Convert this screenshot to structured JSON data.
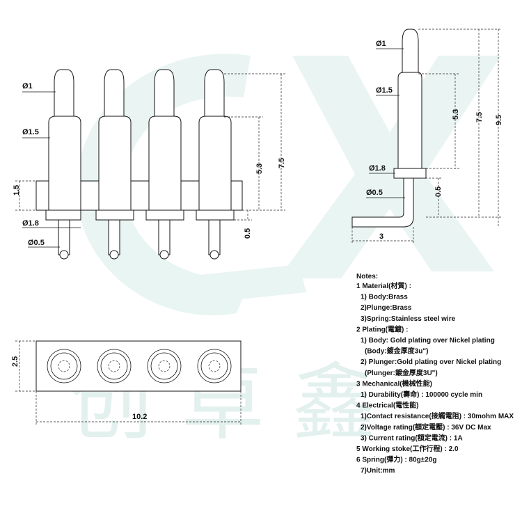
{
  "watermark": {
    "glyphs": "创卓鑫",
    "color": "#cfe7e3",
    "logo_color": "#d8ede9"
  },
  "front_view": {
    "labels": {
      "d1": "Ø1",
      "d1_5": "Ø1.5",
      "d1_8": "Ø1.8",
      "d0_5": "Ø0.5",
      "h1_5": "1.5",
      "h5_3": "5.3",
      "h7_5": "7.5",
      "h0_5": "0.5"
    },
    "pin_count": 4
  },
  "side_view": {
    "labels": {
      "d1": "Ø1",
      "d1_5": "Ø1.5",
      "d1_8": "Ø1.8",
      "d0_5": "Ø0.5",
      "h5_3": "5.3",
      "h7_5": "7.5",
      "h9_5": "9.5",
      "h0_5": "0.5",
      "w3": "3"
    }
  },
  "top_view": {
    "labels": {
      "h2_5": "2.5",
      "w10_2": "10.2"
    }
  },
  "notes": {
    "title": "Notes:",
    "lines": [
      "1 Material(材質) :",
      "1) Body:Brass",
      "2)Plunge:Brass",
      "3)Spring:Stainless steel wire",
      "2 Plating(電鍍) :",
      "1) Body: Gold plating over Nickel plating",
      "(Body:鍍金厚度3u\")",
      "2) Plunger:Gold plating over Nickel plating",
      "(Plunger:鍍金厚度3U\")",
      "3 Mechanical(機械性能)",
      "1) Durability(壽命) : 100000 cycle  min",
      "4 Electrical(電性能)",
      "1)Contact resistance(接觸電阻) : 30mohm MAX",
      "2)Voltage rating(額定電壓) : 36V DC Max",
      "3) Current rating(額定電流) : 1A",
      "5 Working stoke(工作行程) : 2.0",
      "6 Spring(彈力) : 80g±20g",
      "7)Unit:mm"
    ]
  }
}
